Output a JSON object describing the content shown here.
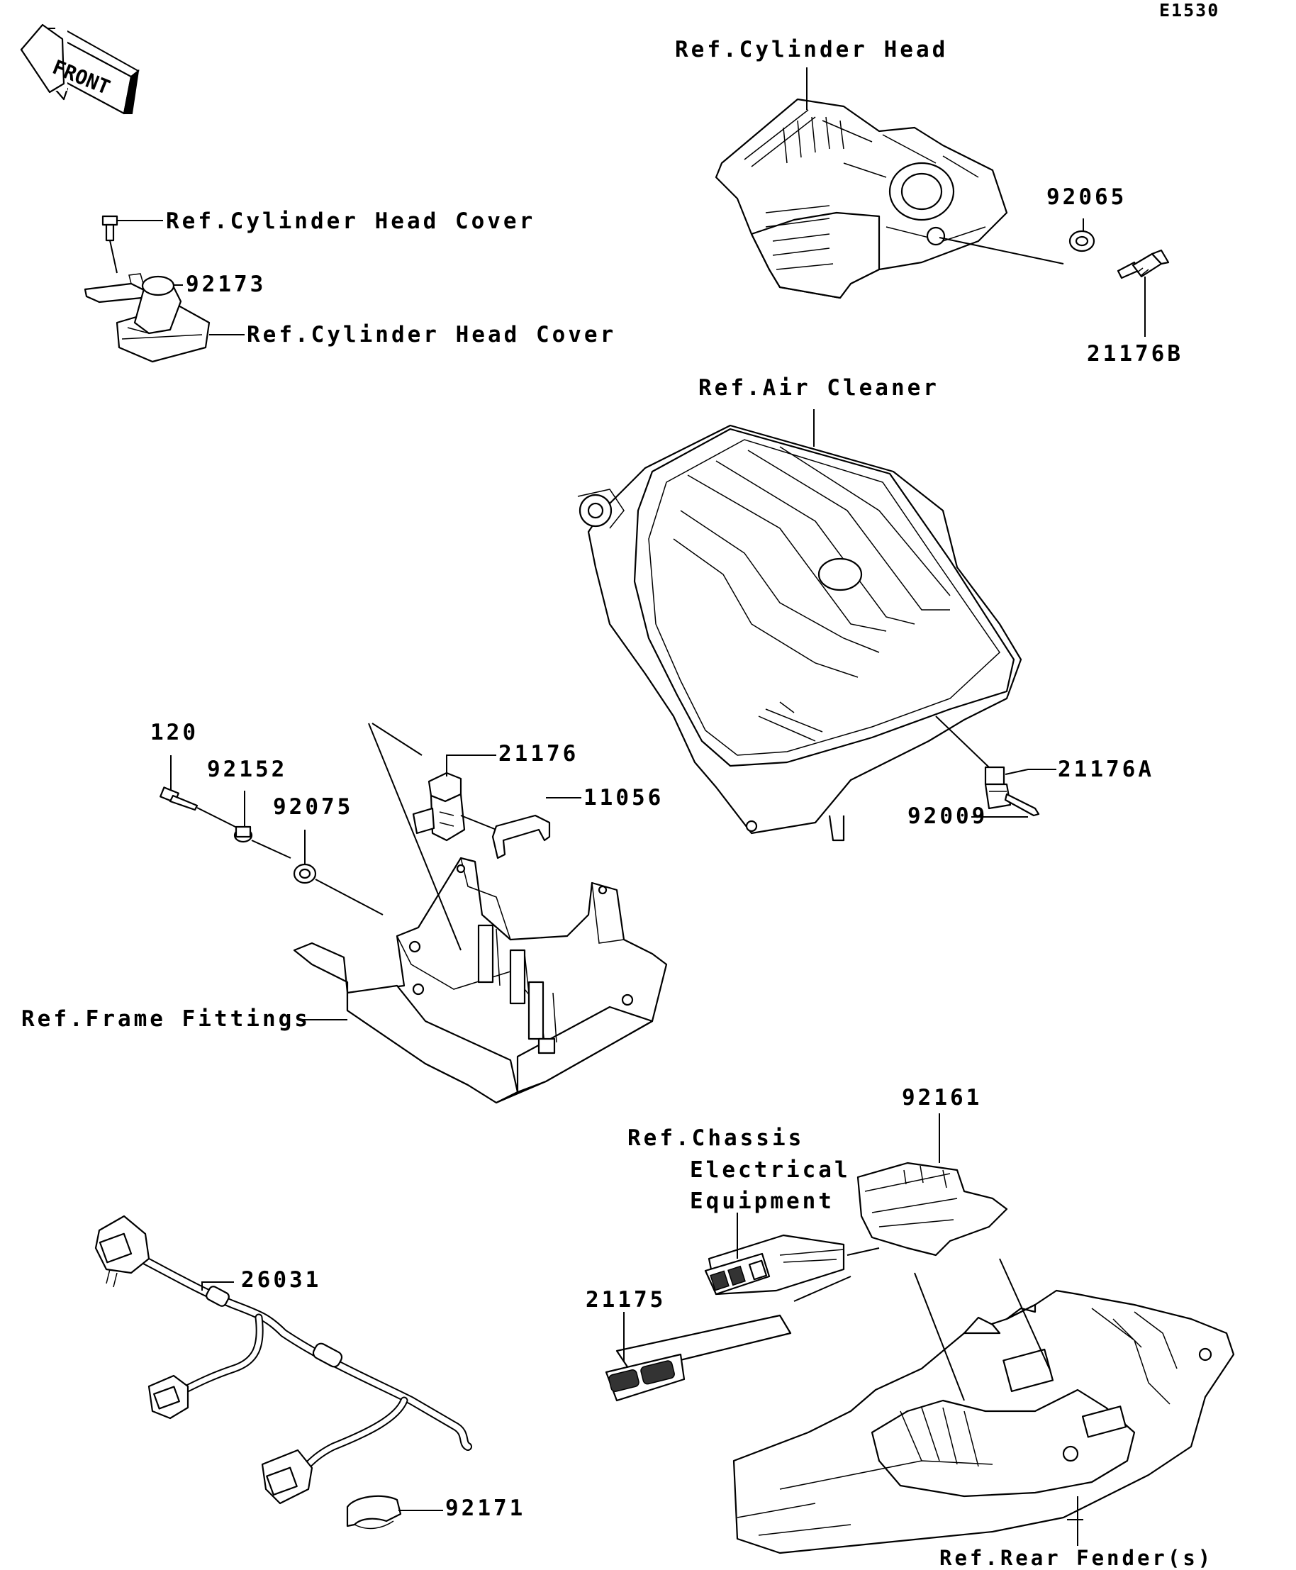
{
  "diagram_code": "E1530",
  "front_arrow": {
    "text": "FRONT",
    "icon": "front-direction-arrow-icon"
  },
  "labels": {
    "ref_cylinder_head": "Ref.Cylinder Head",
    "part_92065": "92065",
    "part_21176b": "21176B",
    "ref_cylinder_head_cover_1": "Ref.Cylinder Head Cover",
    "part_92173": "92173",
    "ref_cylinder_head_cover_2": "Ref.Cylinder Head Cover",
    "ref_air_cleaner": "Ref.Air Cleaner",
    "part_21176a": "21176A",
    "part_92009": "92009",
    "part_120": "120",
    "part_92152": "92152",
    "part_92075": "92075",
    "part_21176": "21176",
    "part_11056": "11056",
    "ref_frame_fittings": "Ref.Frame Fittings",
    "part_92161": "92161",
    "ref_chassis_line1": "Ref.Chassis",
    "ref_chassis_line2": "Electrical",
    "ref_chassis_line3": "Equipment",
    "part_26031": "26031",
    "part_21175": "21175",
    "part_92171": "92171",
    "ref_rear_fender": "Ref.Rear Fender(s)"
  }
}
